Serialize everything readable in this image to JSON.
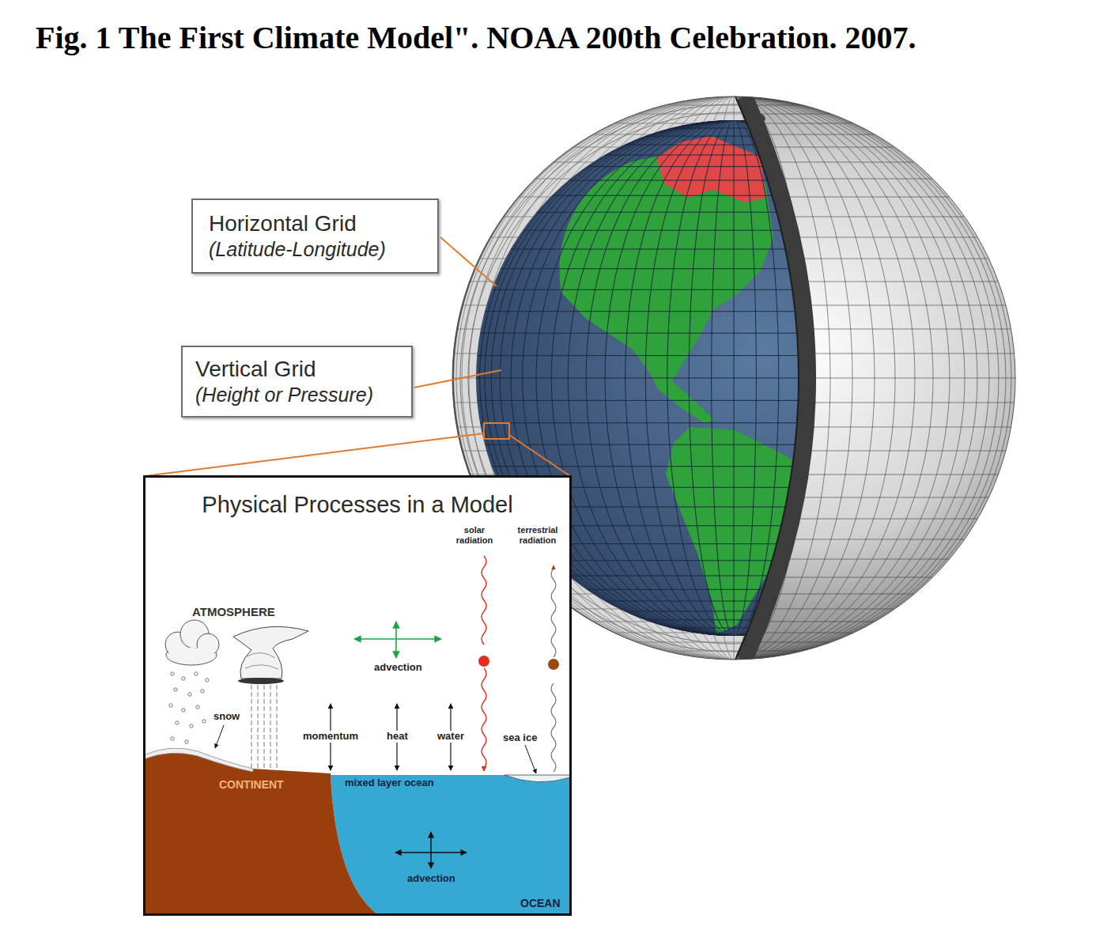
{
  "diagram": {
    "title": "Fig. 1 The First Climate Model\". NOAA 200th Celebration. 2007.",
    "nodes": [
      {
        "text": [
          "Horizontal Grid",
          "(Latitude-Longitude)"
        ]
      },
      {
        "text": [
          "Vertical Grid",
          "(Height or Pressure)"
        ]
      },
      {
        "text": [
          "Physical Processes in a Model"
        ]
      }
    ],
    "labels": [
      "ATMOSPHERE",
      "snow",
      "advection",
      "momentum",
      "heat",
      "water",
      "solar radiation",
      "terrestrial radiation",
      "sea ice",
      "CONTINENT",
      "mixed layer ocean",
      "advection",
      "OCEAN"
    ]
  }
}
